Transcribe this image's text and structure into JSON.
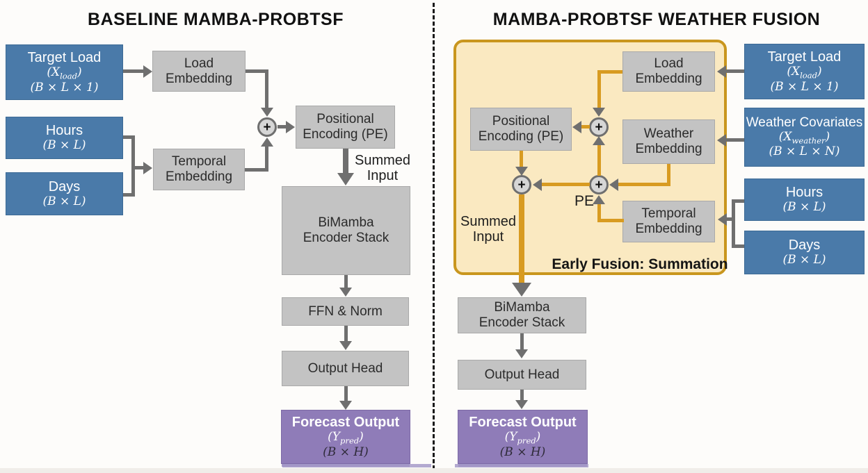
{
  "theme": {
    "bg": "#fdfcfa",
    "blue": "#4a7aa9",
    "blue_border": "#3c6a95",
    "gray_box": "#c3c3c3",
    "gray_box_border": "#a9a9a9",
    "purple": "#8f7cb8",
    "purple_border": "#7d6aa6",
    "yellow_fill": "#fae9c1",
    "yellow_border": "#c9961e",
    "orange": "#d89b21",
    "gray_arrow": "#6f6f6f",
    "ink": "#1b1b1b",
    "plus_fill": "#d6d6d6",
    "plus_ring": "#6f6f6f"
  },
  "icons": {
    "plus": "+"
  },
  "left": {
    "title": "BASELINE MAMBA-PROBTSF",
    "inputs": {
      "target_load": {
        "label": "Target Load",
        "math": {
          "pre": "(X",
          "sub": "load",
          "post": ")"
        },
        "dims": "(B × L × 1)"
      },
      "hours": {
        "label": "Hours",
        "dims": "(B × L)"
      },
      "days": {
        "label": "Days",
        "dims": "(B × L)"
      }
    },
    "nodes": {
      "load_embedding": [
        "Load",
        "Embedding"
      ],
      "temporal_embedding": [
        "Temporal",
        "Embedding"
      ],
      "positional_encoding": [
        "Positional",
        "Encoding (PE)"
      ],
      "bimamba": [
        "BiMamba",
        "Encoder Stack"
      ],
      "ffn_norm": [
        "FFN & Norm"
      ],
      "output_head": [
        "Output Head"
      ]
    },
    "summed_input": [
      "Summed",
      "Input"
    ],
    "forecast": {
      "label": "Forecast Output",
      "math": {
        "pre": "(Y",
        "sub": "pred",
        "post": ")"
      },
      "dims": "(B × H)"
    }
  },
  "right": {
    "title": "MAMBA-PROBTSF WEATHER FUSION",
    "fusion_label": "Early Fusion: Summation",
    "pe_label": "PE",
    "inputs": {
      "target_load": {
        "label": "Target Load",
        "math": {
          "pre": "(X",
          "sub": "load",
          "post": ")"
        },
        "dims": "(B × L × 1)"
      },
      "weather": {
        "label": "Weather Covariates",
        "math": {
          "pre": "(X",
          "sub": "weather",
          "post": ")"
        },
        "dims": "(B × L × N)"
      },
      "hours": {
        "label": "Hours",
        "dims": "(B × L)"
      },
      "days": {
        "label": "Days",
        "dims": "(B × L)"
      }
    },
    "nodes": {
      "load_embedding": [
        "Load",
        "Embedding"
      ],
      "weather_embedding": [
        "Weather",
        "Embedding"
      ],
      "temporal_embedding": [
        "Temporal",
        "Embedding"
      ],
      "positional_encoding": [
        "Positional",
        "Encoding (PE)"
      ],
      "bimamba": [
        "BiMamba",
        "Encoder Stack"
      ],
      "output_head": [
        "Output Head"
      ]
    },
    "summed_input": [
      "Summed",
      "Input"
    ],
    "forecast": {
      "label": "Forecast Output",
      "math": {
        "pre": "(Y",
        "sub": "pred",
        "post": ")"
      },
      "dims": "(B × H)"
    }
  }
}
